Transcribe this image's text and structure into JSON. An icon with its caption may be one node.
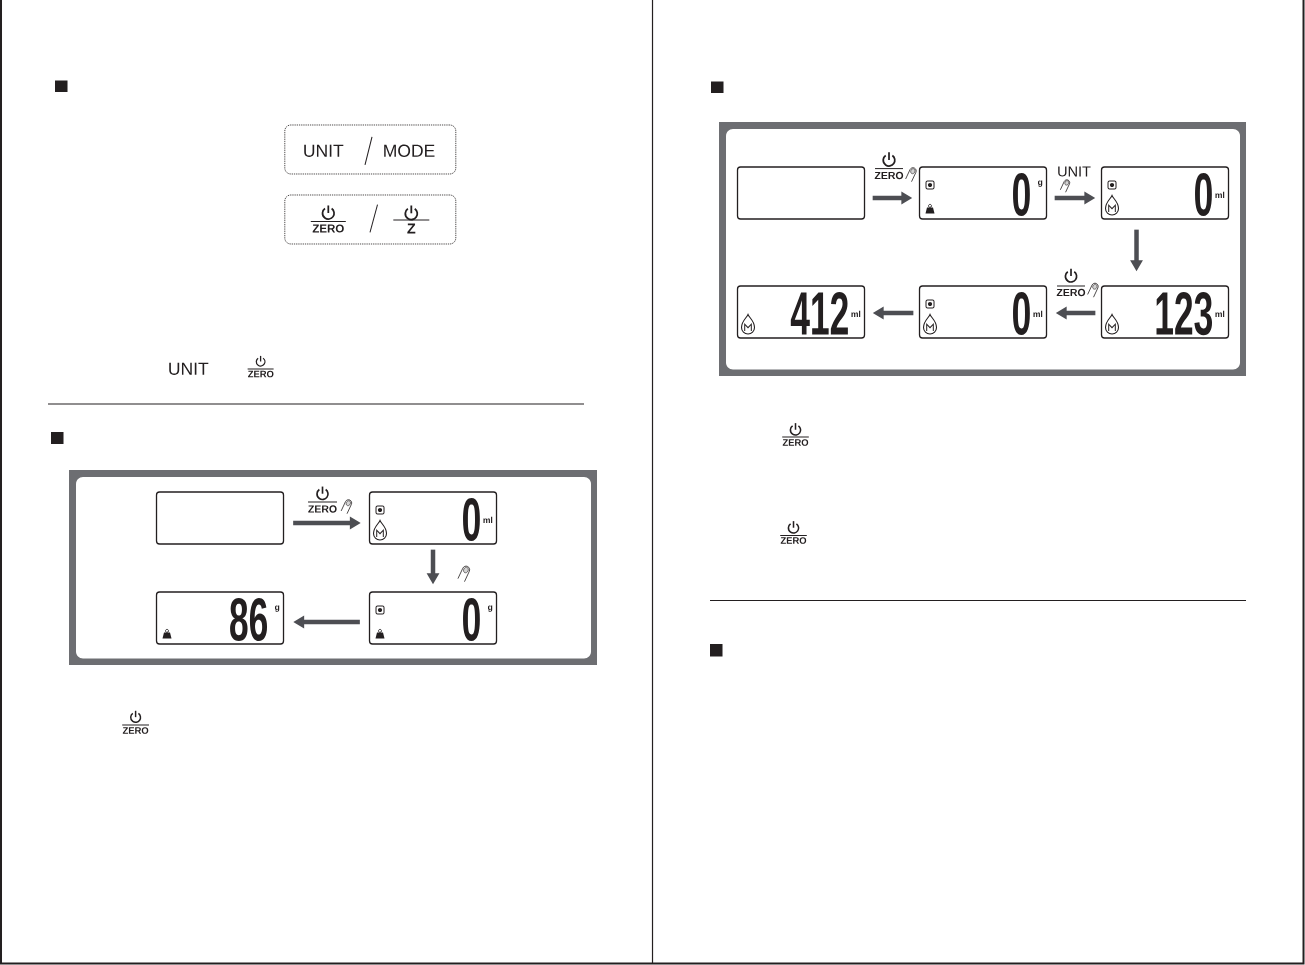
{
  "diagram": {
    "nodes": [
      {
        "text": [
          "UNIT",
          "MODE"
        ]
      },
      {
        "text": [
          "ZERO",
          "Z"
        ]
      },
      {
        "text": [],
        "shape": "box"
      },
      {
        "text": [],
        "shape": "box",
        "in": 2
      },
      {
        "text": [
          "0",
          "ml"
        ],
        "in": 2
      },
      {
        "text": [
          "86",
          "g"
        ],
        "in": 2
      },
      {
        "text": [
          "0",
          "g"
        ],
        "in": 2
      },
      {
        "text": [],
        "shape": "box"
      },
      {
        "text": [],
        "shape": "box",
        "in": 7
      },
      {
        "text": [
          "0",
          "g"
        ],
        "in": 7
      },
      {
        "text": [
          "0",
          "ml"
        ],
        "in": 7
      },
      {
        "text": [
          "412",
          "ml"
        ],
        "in": 7
      },
      {
        "text": [
          "0",
          "ml"
        ],
        "in": 7
      },
      {
        "text": [
          "123",
          "ml"
        ],
        "in": 7
      }
    ],
    "edges": [
      {
        "from": 3,
        "to": 4,
        "arrow": "to",
        "label": "ZERO"
      },
      {
        "from": 4,
        "to": 6,
        "arrow": "to"
      },
      {
        "from": 6,
        "to": 5,
        "arrow": "to"
      },
      {
        "from": 8,
        "to": 9,
        "arrow": "to",
        "label": "ZERO"
      },
      {
        "from": 9,
        "to": 10,
        "arrow": "to",
        "label": "UNIT"
      },
      {
        "from": 10,
        "to": 13,
        "arrow": "to"
      },
      {
        "from": 13,
        "to": 12,
        "arrow": "to",
        "label": "ZERO"
      },
      {
        "from": 12,
        "to": 11,
        "arrow": "to"
      }
    ],
    "labels": [
      "UNIT",
      "ZERO",
      "ZERO",
      "ZERO",
      "ZERO"
    ]
  }
}
